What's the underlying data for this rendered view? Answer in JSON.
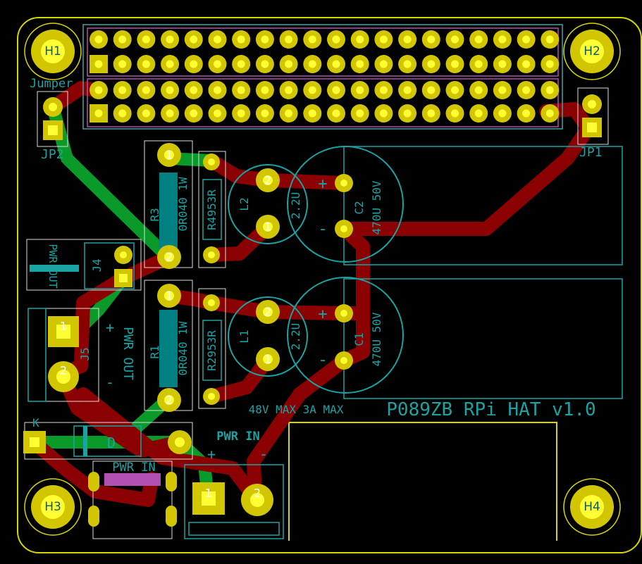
{
  "board_title": "P089ZB RPi HAT v1.0",
  "colors": {
    "background": "#000000",
    "edge": "#d6d600",
    "copper_top": "#8b0000",
    "copper_bottom": "#0a9a2a",
    "silkscreen": "#1aa3a3",
    "pad": "#d2c600",
    "fab": "#4a9fa0",
    "courtyard": "#b050b0"
  },
  "mounting_holes": [
    "H1",
    "H2",
    "H3",
    "H4"
  ],
  "header_label": "Jumper",
  "components": {
    "jp2": "JP2",
    "jp1": "JP1",
    "j4": "J4",
    "pwr_out_vertical": "PWR OUT",
    "j4_silk": "PWR OUT",
    "j5": "J5",
    "j5_plus": "+",
    "j5_minus": "-",
    "r3": "R3",
    "r3_value": "0R040 1W",
    "r1": "R1",
    "r1_value": "0R040 1W",
    "r4": "R4953R",
    "r2": "R2953R",
    "l2": "L2",
    "l2_value": "2.2U",
    "l1": "L1",
    "l1_value": "2.2U",
    "c2": "C2",
    "c2_value": "470U 50V",
    "c1": "C1",
    "c1_value": "470U 50V",
    "cap_plus": "+",
    "cap_minus": "-",
    "k": "K",
    "d": "D",
    "usb_label": "PWR IN",
    "pwr_in_label": "PWR IN",
    "pwr_in_plus": "+",
    "pwr_in_minus": "-",
    "ratings": "48V MAX 3A MAX"
  },
  "pad_numbers": [
    "1",
    "2"
  ]
}
